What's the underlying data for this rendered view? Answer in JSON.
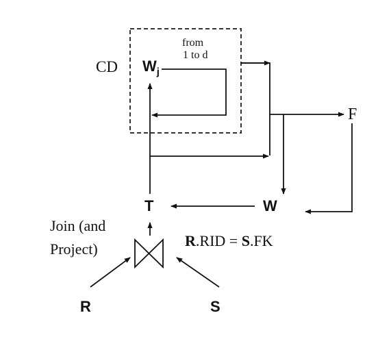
{
  "diagram": {
    "cd_label": "CD",
    "wj_main": "W",
    "wj_sub": "j",
    "loop_label_line1": "from",
    "loop_label_line2": "1 to d",
    "f_label": "F",
    "t_label": "T",
    "w_label": "W",
    "join_label_line1": "Join (and",
    "join_label_line2": "Project)",
    "condition_r": "R",
    "condition_rid": ".RID = ",
    "condition_s": "S",
    "condition_fk": ".FK",
    "r_label": "R",
    "s_label": "S"
  }
}
